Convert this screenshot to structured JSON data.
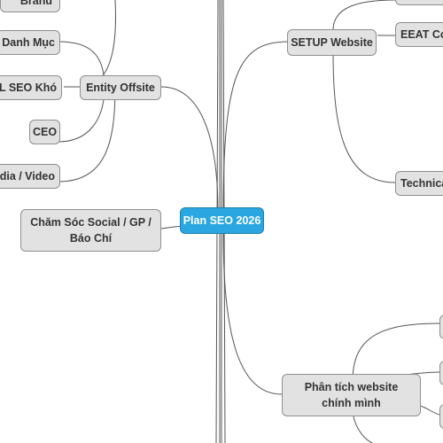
{
  "mindmap": {
    "root": {
      "label": "Plan SEO 2026"
    },
    "colors": {
      "root_fill": "#2aa7e0",
      "node_fill": "#e2e2e2",
      "node_border": "#8f8f8f",
      "line": "#555555"
    },
    "left": {
      "entity_offsite": {
        "label": "Entity Offsite",
        "children": [
          "Brand",
          "Danh Mục",
          "URL SEO Khó",
          "CEO",
          "Media / Video"
        ]
      },
      "social": {
        "label": "Chăm Sóc Social / GP / Báo Chí"
      }
    },
    "right": {
      "setup": {
        "label": "SETUP Website",
        "children": [
          "EEAT Co",
          "Technica"
        ]
      },
      "analysis": {
        "label": "Phân tích website chính mình"
      }
    }
  }
}
